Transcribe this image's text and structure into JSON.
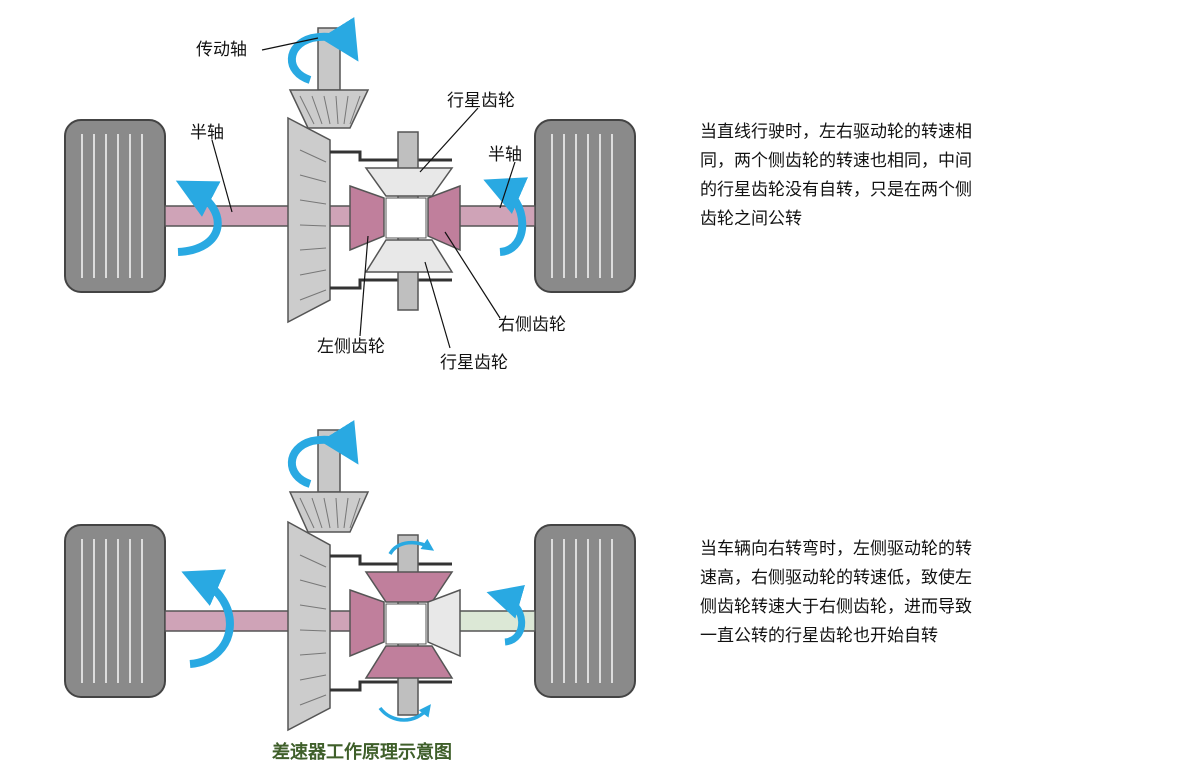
{
  "labels": {
    "drive_shaft": "传动轴",
    "half_shaft_left": "半轴",
    "half_shaft_right": "半轴",
    "planet_gear_top": "行星齿轮",
    "planet_gear_bottom": "行星齿轮",
    "left_side_gear": "左侧齿轮",
    "right_side_gear": "右侧齿轮"
  },
  "descriptions": {
    "straight": [
      "当直线行驶时，左右驱动轮的转速相",
      "同，两个侧齿轮的转速也相同，中间",
      "的行星齿轮没有自转，只是在两个侧",
      "齿轮之间公转"
    ],
    "turning": [
      "当车辆向右转弯时，左侧驱动轮的转",
      "速高，右侧驱动轮的转速低，致使左",
      "侧齿轮转速大于右侧齿轮，进而导致",
      "一直公转的行星齿轮也开始自转"
    ]
  },
  "caption": "差速器工作原理示意图",
  "colors": {
    "tire": "#8a8a8a",
    "tire_dark": "#5c5c5c",
    "shaft": "#cfa3b7",
    "shaft_light": "#dce8d6",
    "gear_pink": "#c07f9c",
    "gear_grey": "#cccccc",
    "arrow": "#29a9e2",
    "caption": "#3f5f2a"
  }
}
